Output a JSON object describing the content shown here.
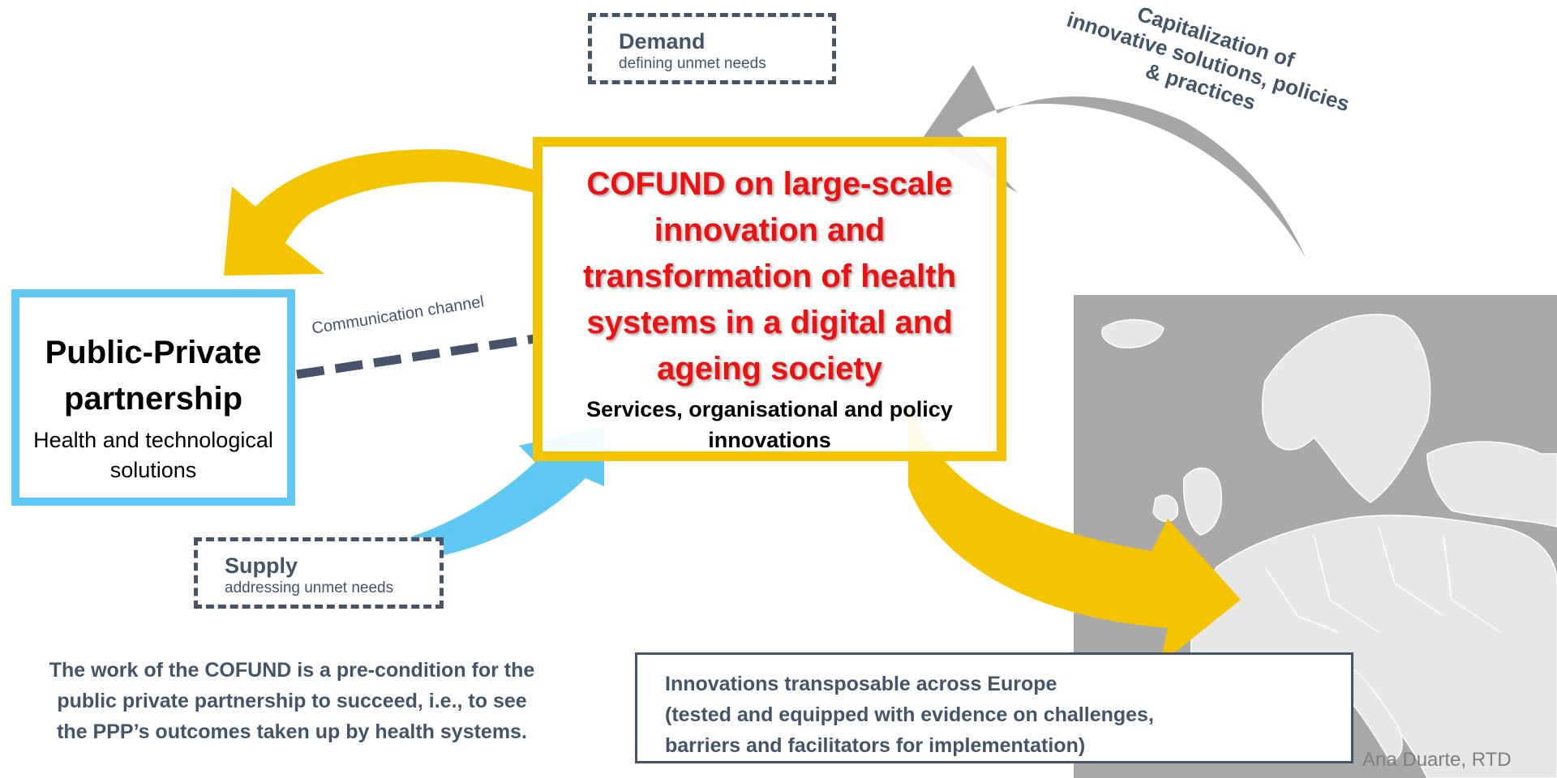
{
  "colors": {
    "yellow": "#f5c400",
    "blue": "#5fc8f2",
    "grey_arrow": "#a6a6a6",
    "slate": "#44546a",
    "red": "#ee1111",
    "map_bg": "#a9a9a9",
    "map_land": "#e7e7e7"
  },
  "demand": {
    "title": "Demand",
    "subtitle": "defining unmet needs"
  },
  "supply": {
    "title": "Supply",
    "subtitle": "addressing unmet needs"
  },
  "ppp": {
    "title_line1": "Public-Private",
    "title_line2": "partnership",
    "sub_line1": "Health and technological",
    "sub_line2": "solutions"
  },
  "communication_channel": "Communication channel",
  "cofund": {
    "title_lines": [
      "COFUND on large-scale",
      "innovation and",
      "transformation of health",
      "systems in a digital and",
      "ageing society"
    ],
    "sub_line1": "Services, organisational and policy",
    "sub_line2": "innovations"
  },
  "capitalization": {
    "line1": "Capitalization of",
    "line2": "innovative solutions, policies",
    "line3": "& practices"
  },
  "bottom_note": {
    "line1": "The work of the COFUND is a pre-condition for the",
    "line2": "public private partnership to succeed, i.e., to see",
    "line3": "the PPP’s outcomes taken up by health systems."
  },
  "innovations": {
    "line1": "Innovations transposable across Europe",
    "line2": "(tested and equipped with evidence on challenges,",
    "line3": "barriers and facilitators for implementation)"
  },
  "credit": "Ana Duarte, RTD"
}
